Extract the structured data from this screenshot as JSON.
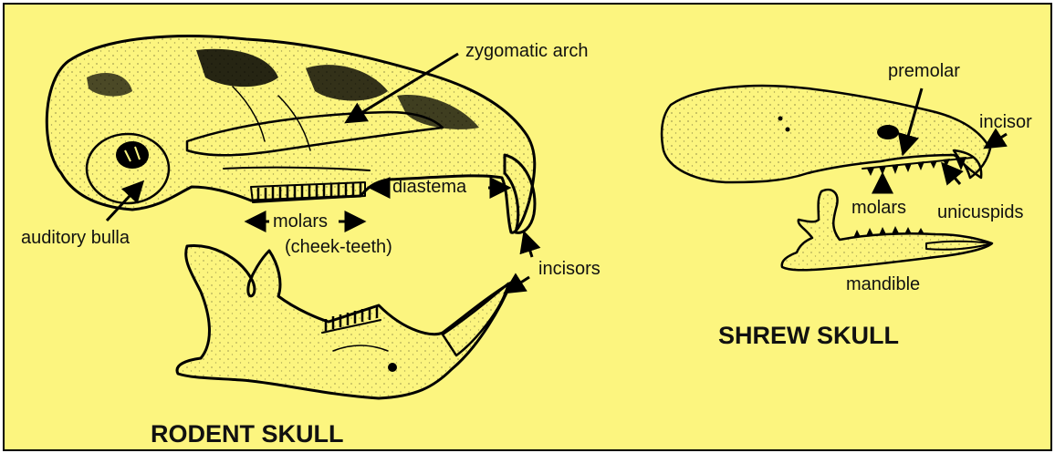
{
  "rodent": {
    "title": "RODENT SKULL",
    "labels": {
      "zygomatic_arch": "zygomatic arch",
      "diastema": "diastema",
      "auditory_bulla": "auditory bulla",
      "molars": "molars",
      "cheek_teeth": "(cheek-teeth)",
      "incisors": "incisors"
    }
  },
  "shrew": {
    "title": "SHREW SKULL",
    "labels": {
      "premolar": "premolar",
      "incisor": "incisor",
      "molars": "molars",
      "unicuspids": "unicuspids",
      "mandible": "mandible"
    }
  },
  "colors": {
    "background": "#fcf57f",
    "bone": "#fdfbd2",
    "ink": "#000000"
  }
}
